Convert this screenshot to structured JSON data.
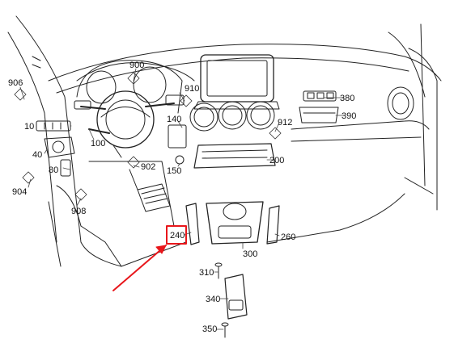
{
  "diagram": {
    "part_numbers": {
      "p906": "906",
      "p900": "900",
      "p910": "910",
      "p380": "380",
      "p390": "390",
      "p10": "10",
      "p140": "140",
      "p912": "912",
      "p100": "100",
      "p40": "40",
      "p200": "200",
      "p80": "80",
      "p902": "902",
      "p150": "150",
      "p904": "904",
      "p908": "908",
      "p240": "240",
      "p260": "260",
      "p300": "300",
      "p310": "310",
      "p340": "340",
      "p350": "350"
    },
    "highlight": {
      "target": "240",
      "color": "#e8161b"
    },
    "icons": {
      "lead_marker": "pointer-tag-icon"
    }
  }
}
